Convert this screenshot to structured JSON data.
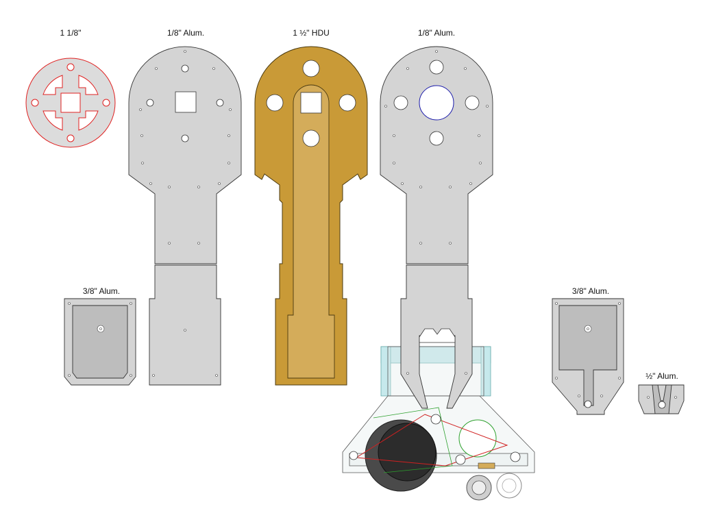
{
  "labels": {
    "ring": "1 1/8\"",
    "plate_a": "1/8\" Alum.",
    "hdu": "1 ½\" HDU",
    "plate_b": "1/8\" Alum.",
    "small_left": "3/8\" Alum.",
    "small_right": "3/8\" Alum.",
    "bracket": "½\" Alum."
  },
  "colors": {
    "aluminum": "#d4d4d4",
    "hdu": "#c99a37",
    "hdu_inner": "#d4ac5a",
    "ring_outline": "#e02020",
    "wheel": "#4a4a4a"
  }
}
